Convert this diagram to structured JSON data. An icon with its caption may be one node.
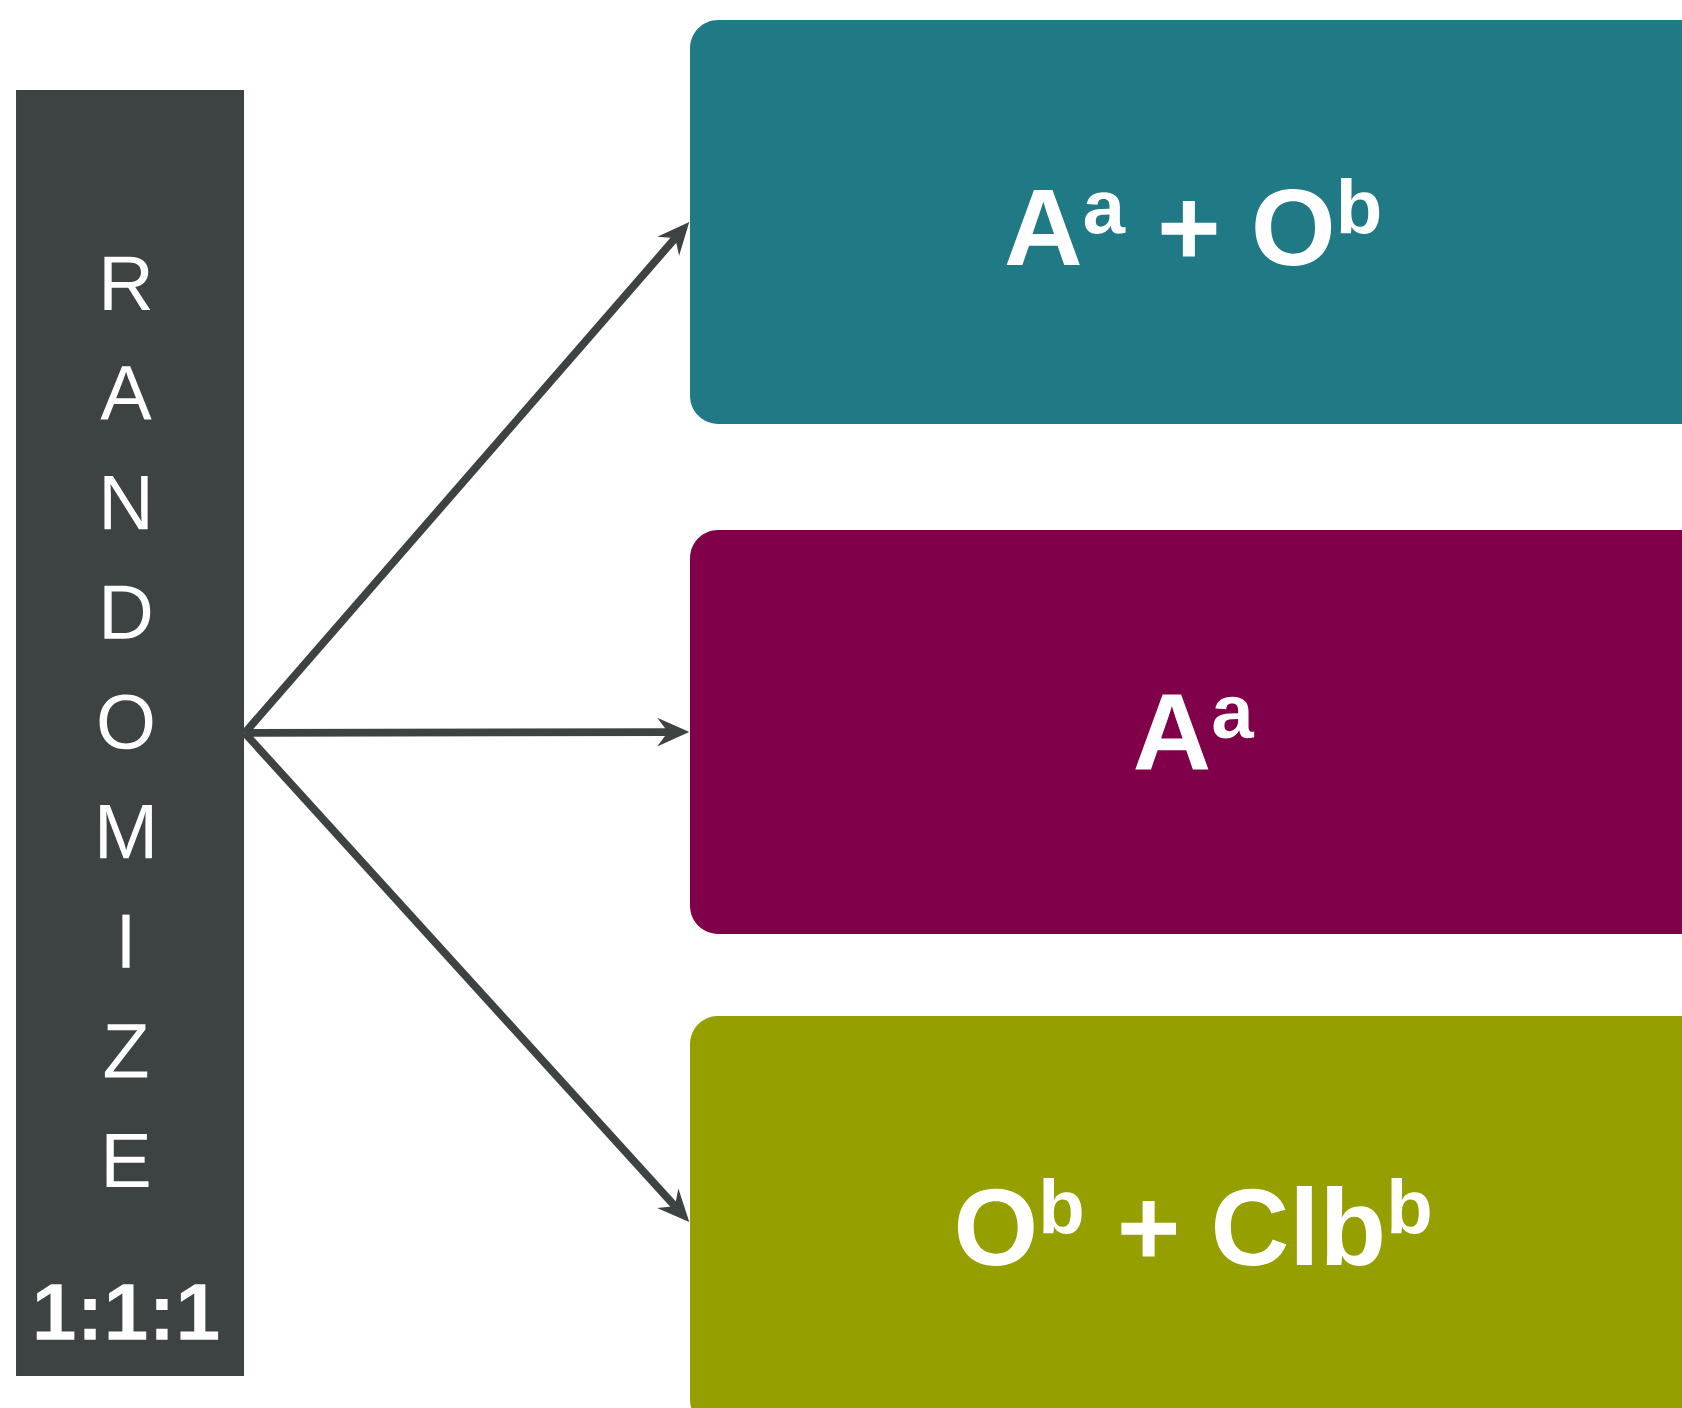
{
  "diagram": {
    "nodes": [
      {
        "text": [
          "R A N D O M I Z E",
          "1:1:1"
        ]
      },
      {
        "text": [
          "A$^{a}$ + O$^{b}$"
        ]
      },
      {
        "text": [
          "A$^{a}$"
        ]
      },
      {
        "text": [
          "O$^{b}$ + Clb$^{b}$"
        ]
      }
    ],
    "edges": [
      {
        "from": 0,
        "to": 1,
        "arrow": "to"
      },
      {
        "from": 0,
        "to": 2,
        "arrow": "to"
      },
      {
        "from": 0,
        "to": 3,
        "arrow": "to"
      }
    ]
  }
}
